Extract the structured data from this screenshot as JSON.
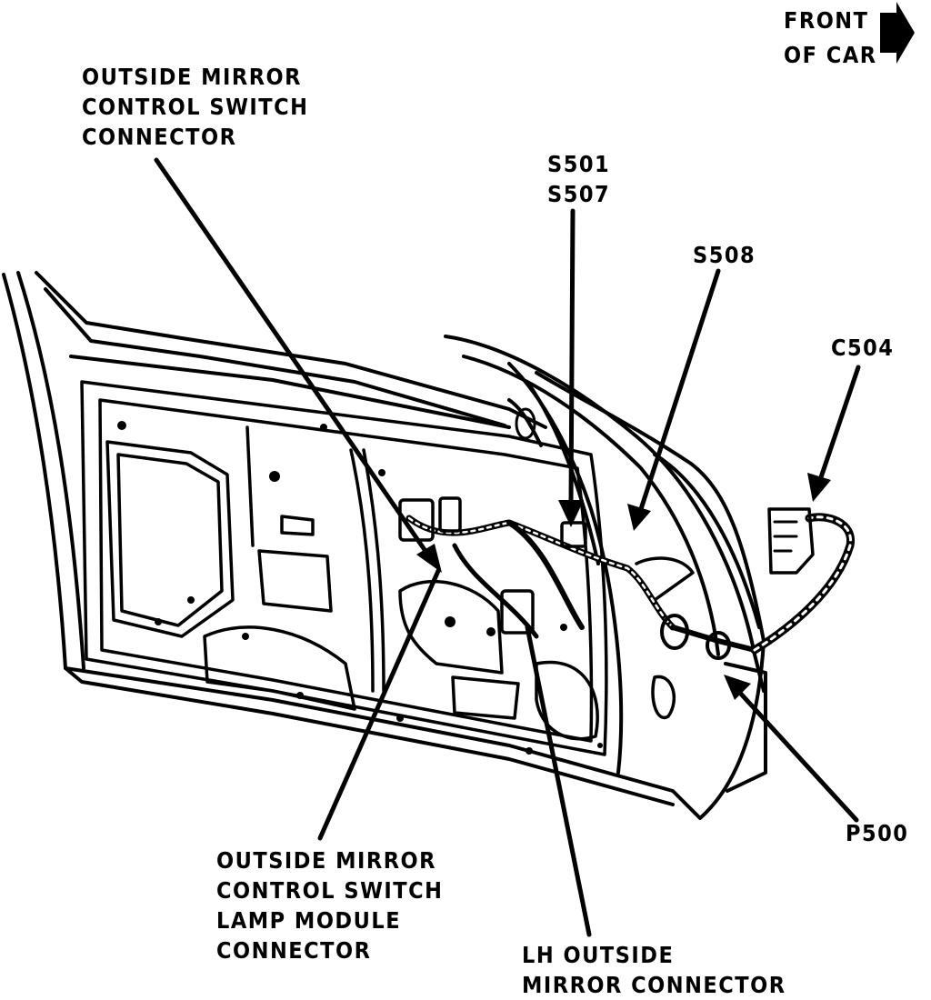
{
  "labels": {
    "front_of_car": [
      "FRONT",
      "OF CAR"
    ],
    "outside_mirror_control_switch_connector": [
      "OUTSIDE MIRROR",
      "CONTROL SWITCH",
      "CONNECTOR"
    ],
    "splices": [
      "S501",
      "S507"
    ],
    "s508": "S508",
    "c504": "C504",
    "p500": "P500",
    "lamp_module_connector": [
      "OUTSIDE MIRROR",
      "CONTROL SWITCH",
      "LAMP MODULE",
      "CONNECTOR"
    ],
    "lh_outside_mirror_connector": [
      "LH OUTSIDE",
      "MIRROR CONNECTOR"
    ]
  },
  "colors": {
    "ink": "#000000",
    "paper": "#ffffff"
  }
}
